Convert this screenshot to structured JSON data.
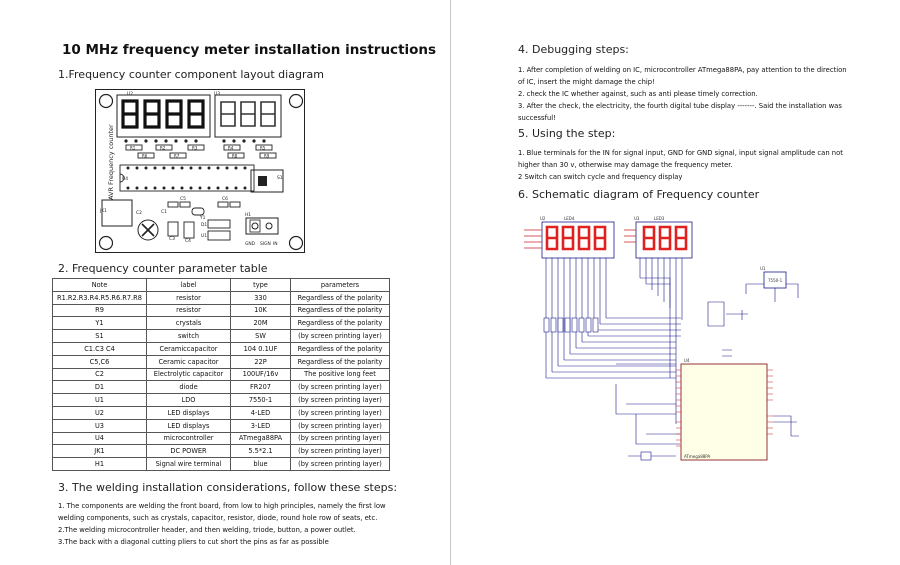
{
  "left": {
    "title": "10 MHz frequency meter installation instructions",
    "section1": "1.Frequency counter component layout diagram",
    "section2": "2.  Frequency counter parameter table",
    "section3": "3. The welding installation considerations, follow these steps:",
    "steps": [
      "1. The components are welding the front board, from low to high principles, namely the first low",
      "welding components, such as crystals, capacitor, resistor, diode, round hole row of seats, etc.",
      " 2.The welding microcontroller header, and then welding, triode, button, a power outlet.",
      "3.The back with a diagonal cutting pliers to cut short the pins as far as possible"
    ],
    "pcb": {
      "label_u2": "U2",
      "label_u3": "U3",
      "side_text": "AVR  Frequency  counter",
      "r_labels": [
        "R1",
        "R2",
        "R3",
        "R4",
        "R5",
        "R6",
        "R7",
        "R8",
        "R9"
      ],
      "label_s1": "S1",
      "label_jk1": "JK1",
      "label_c2": "C2",
      "label_h1": "H1",
      "label_c1": "C1",
      "label_c3": "C3",
      "label_c4": "C4",
      "label_c5": "C5",
      "label_c6": "C6",
      "label_y1": "Y1",
      "label_d1": "D1",
      "label_u1": "U1",
      "label_u4": "U4",
      "terminal_labels": [
        "GND",
        "SIGN",
        "IN"
      ]
    },
    "table": {
      "headers": [
        "Note",
        "label",
        "type",
        "parameters"
      ],
      "rows": [
        [
          "R1.R2.R3.R4.R5.R6.R7.R8",
          "resistor",
          "330",
          "Regardless of the polarity"
        ],
        [
          "R9",
          "resistor",
          "10K",
          "Regardless of the polarity"
        ],
        [
          "Y1",
          "crystals",
          "20M",
          "Regardless of the polarity"
        ],
        [
          "S1",
          "switch",
          "SW",
          "(by screen printing layer)"
        ],
        [
          "C1.C3 C4",
          "Ceramiccapacitor",
          "104 0.1UF",
          "Regardless of the polarity"
        ],
        [
          "C5,C6",
          "Ceramic capacitor",
          "22P",
          "Regardless of the polarity"
        ],
        [
          "C2",
          "Electrolytic capacitor",
          "100UF/16v",
          "The positive long feet"
        ],
        [
          "D1",
          "diode",
          "FR207",
          "(by screen printing layer)"
        ],
        [
          "U1",
          "LDO",
          "7550-1",
          "(by screen printing layer)"
        ],
        [
          "U2",
          "LED displays",
          "4-LED",
          "(by screen printing layer)"
        ],
        [
          "U3",
          "LED displays",
          "3-LED",
          "(by screen printing layer)"
        ],
        [
          "U4",
          "microcontroller",
          "ATmega88PA",
          "(by screen printing layer)"
        ],
        [
          "JK1",
          "DC POWER",
          "5.5*2.1",
          "(by screen printing layer)"
        ],
        [
          "H1",
          "Signal wire terminal",
          "blue",
          "(by screen printing layer)"
        ]
      ]
    }
  },
  "right": {
    "section4": "4.  Debugging steps:",
    "debug": [
      "1.  After completion of welding on IC, microcontroller ATmega88PA, pay attention to the direction",
      "of IC, insert the might damage the chip!",
      "2. check the IC whether against, such as anti please timely correction.",
      "3. After the check, the electricity, the fourth digital tube display -------. Said the installation was",
      "successful!"
    ],
    "section5": "5.  Using the step:",
    "using": [
      "1. Blue terminals for the IN for signal input, GND for GND signal, input signal amplitude can not",
      "higher than 30 v, otherwise may damage the frequency meter.",
      "2     Switch can switch cycle and frequency display"
    ],
    "section6": "6.  Schematic diagram of Frequency counter",
    "schematic": {
      "u2": "U2",
      "u3": "U3",
      "u1": "U1",
      "u4": "U4",
      "mcu": "ATmega88PA",
      "reg": "7550-1",
      "led4": "LED4",
      "led3": "LED3"
    }
  },
  "colors": {
    "seg_red": "#e0211f",
    "pcb_line": "#222222",
    "wire": "#1b1b8a",
    "pin_red": "#c8242a"
  }
}
